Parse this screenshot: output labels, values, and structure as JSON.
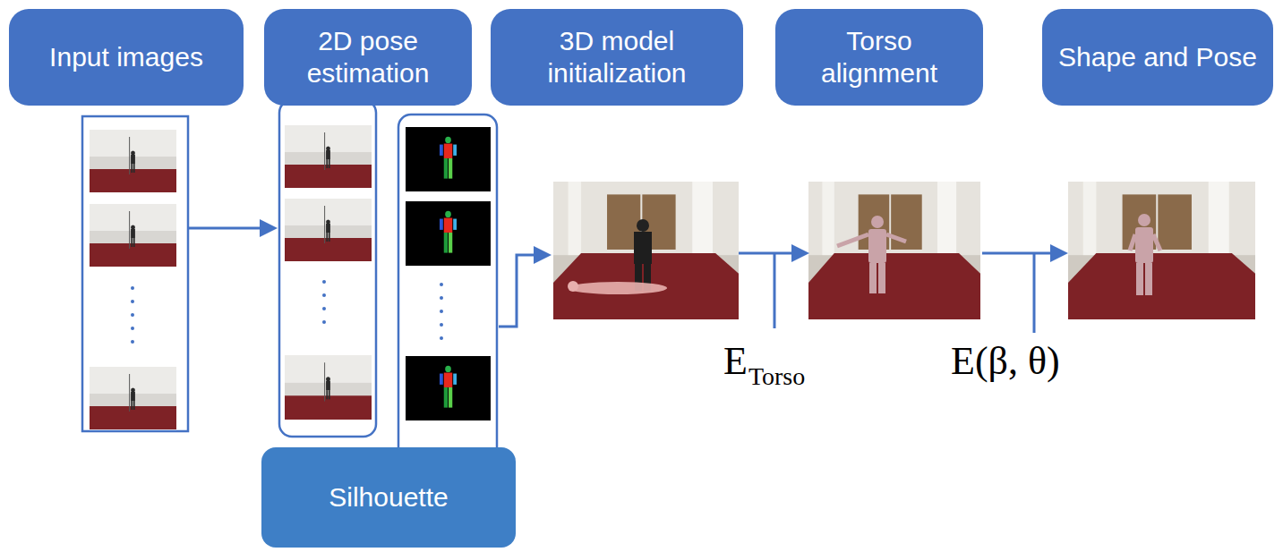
{
  "diagram": {
    "nodes": [
      {
        "text": [
          "Input images"
        ]
      },
      {
        "text": [
          "2D pose estimation"
        ]
      },
      {
        "text": [
          "3D model initialization"
        ]
      },
      {
        "text": [
          "Torso alignment"
        ]
      },
      {
        "text": [
          "Shape and Pose"
        ]
      },
      {
        "text": [
          "Silhouette"
        ]
      }
    ],
    "labels": [
      "E",
      "Torso",
      "E(β, θ)"
    ]
  }
}
